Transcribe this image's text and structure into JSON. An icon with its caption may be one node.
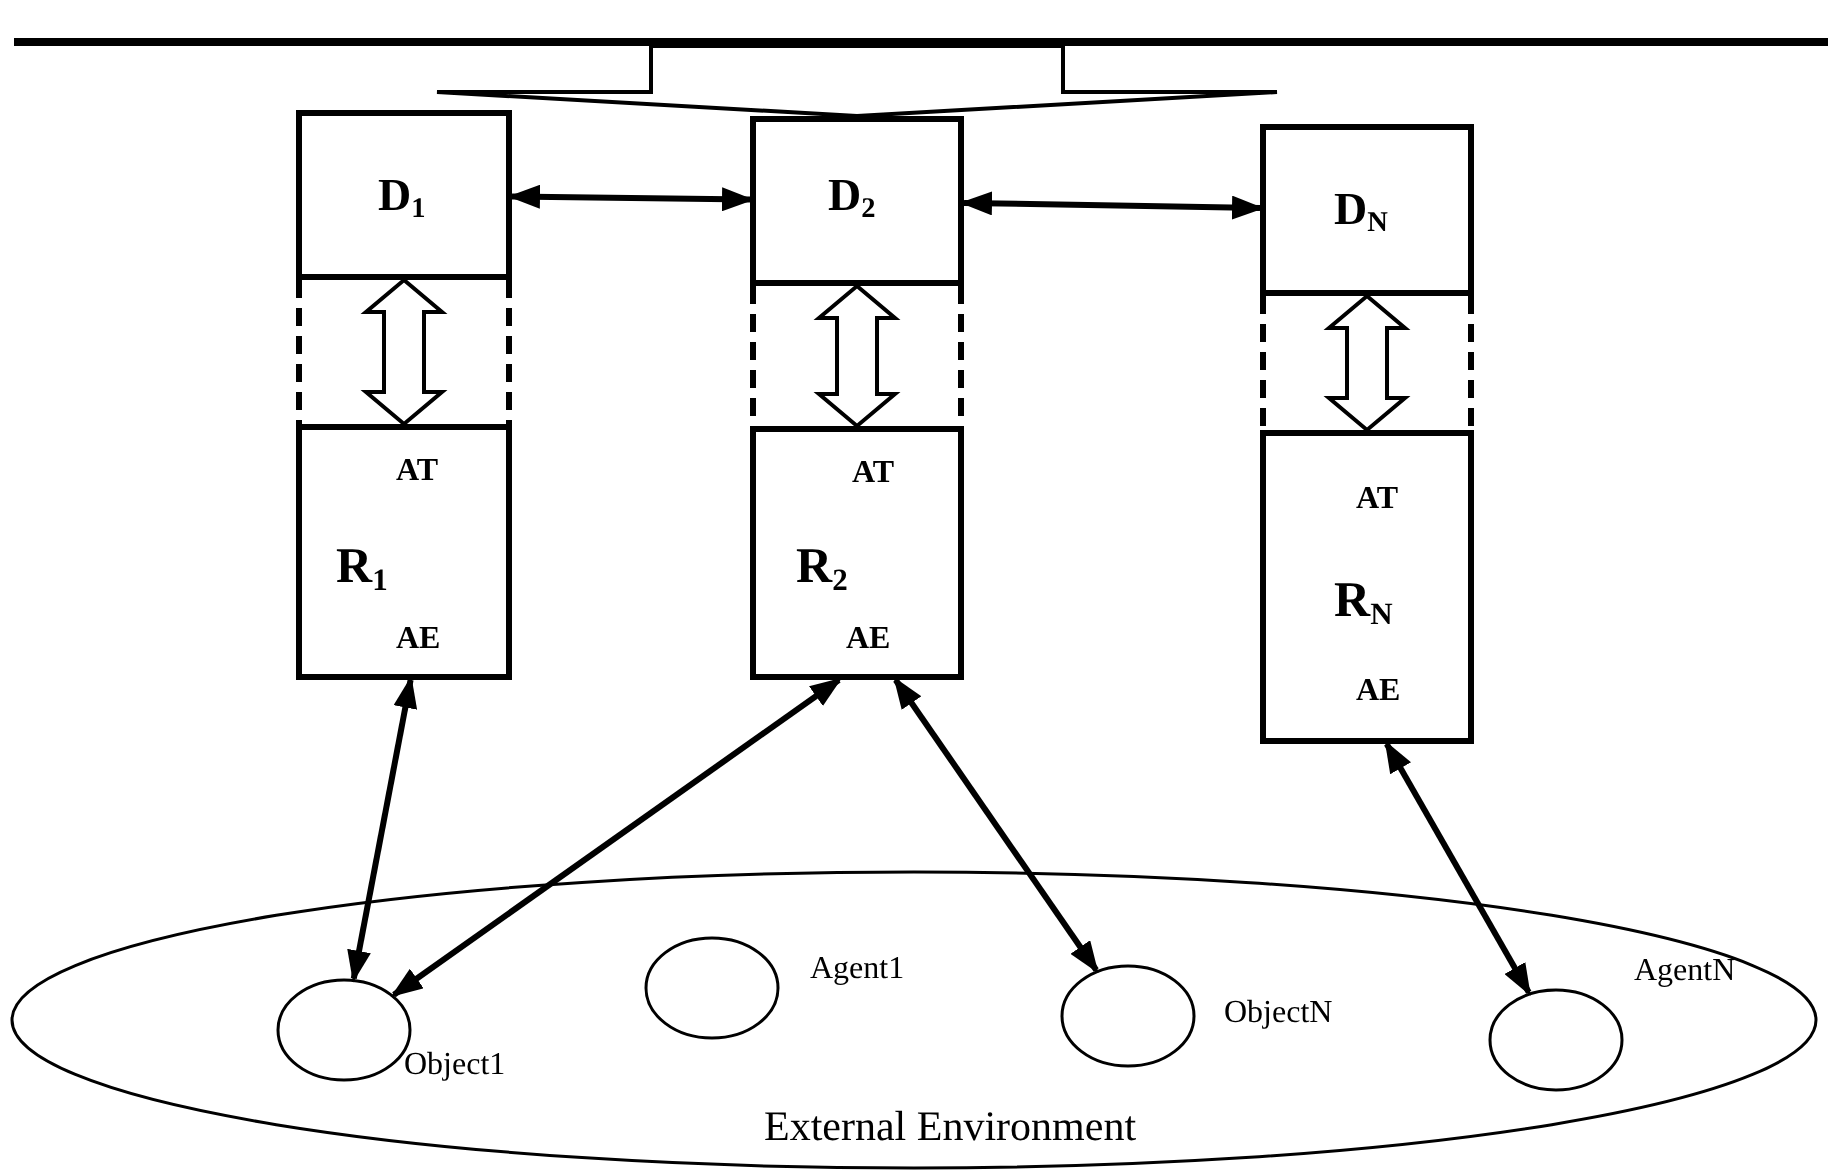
{
  "diagram": {
    "nodes": [
      {
        "text": [],
        "shape": "bar"
      },
      {
        "text": [
          "D$_{1}$"
        ]
      },
      {
        "text": [
          "AT",
          "R$_{1}$",
          "AE"
        ]
      },
      {
        "text": [
          "D$_{2}$"
        ]
      },
      {
        "text": [
          "AT",
          "R$_{2}$",
          "AE"
        ]
      },
      {
        "text": [
          "D$_{N}$"
        ]
      },
      {
        "text": [
          "AT",
          "R$_{N}$",
          "AE"
        ]
      },
      {
        "text": [
          "External Environment"
        ]
      },
      {
        "text": [],
        "shape": "circle",
        "beside": [
          "Object1"
        ],
        "in": 7
      },
      {
        "text": [],
        "shape": "circle",
        "beside": [
          "Agent1"
        ],
        "in": 7
      },
      {
        "text": [],
        "shape": "circle",
        "beside": [
          "ObjectN"
        ],
        "in": 7
      },
      {
        "text": [],
        "shape": "circle",
        "beside": [
          "AgentN"
        ],
        "in": 7
      }
    ],
    "edges": [
      {
        "from": 0,
        "to": 3,
        "arrow": "to",
        "style": "thick"
      },
      {
        "from": 1,
        "to": 2,
        "arrow": "both",
        "style": "thick"
      },
      {
        "from": 3,
        "to": 4,
        "arrow": "both",
        "style": "thick"
      },
      {
        "from": 5,
        "to": 6,
        "arrow": "both",
        "style": "thick"
      },
      {
        "from": 1,
        "to": 3,
        "arrow": "both"
      },
      {
        "from": 3,
        "to": 5,
        "arrow": "both"
      },
      {
        "from": 2,
        "to": 8,
        "arrow": "both"
      },
      {
        "from": 4,
        "to": 8,
        "arrow": "both"
      },
      {
        "from": 4,
        "to": 10,
        "arrow": "both"
      },
      {
        "from": 6,
        "to": 11,
        "arrow": "both"
      }
    ]
  }
}
